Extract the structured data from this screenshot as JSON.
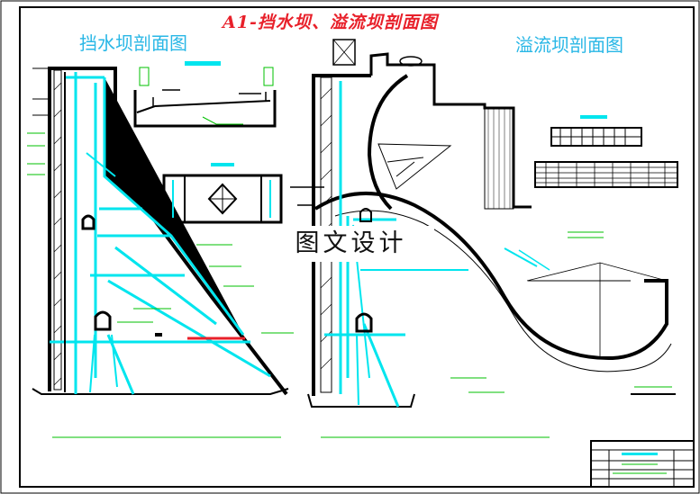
{
  "titles": {
    "main": "A1-挡水坝、溢流坝剖面图",
    "left": "挡水坝剖面图",
    "right": "溢流坝剖面图"
  },
  "watermark": "图文设计",
  "colors": {
    "frame": "#000000",
    "section_lines": "#00e5ee",
    "annotation": "#00c000",
    "title_red": "#e8202a",
    "title_cyan": "#29b7e6"
  },
  "drawings": [
    {
      "name": "retaining-dam-section"
    },
    {
      "name": "overflow-dam-section"
    },
    {
      "name": "gallery-detail"
    },
    {
      "name": "gate-detail"
    },
    {
      "name": "material-table"
    },
    {
      "name": "title-block"
    }
  ]
}
